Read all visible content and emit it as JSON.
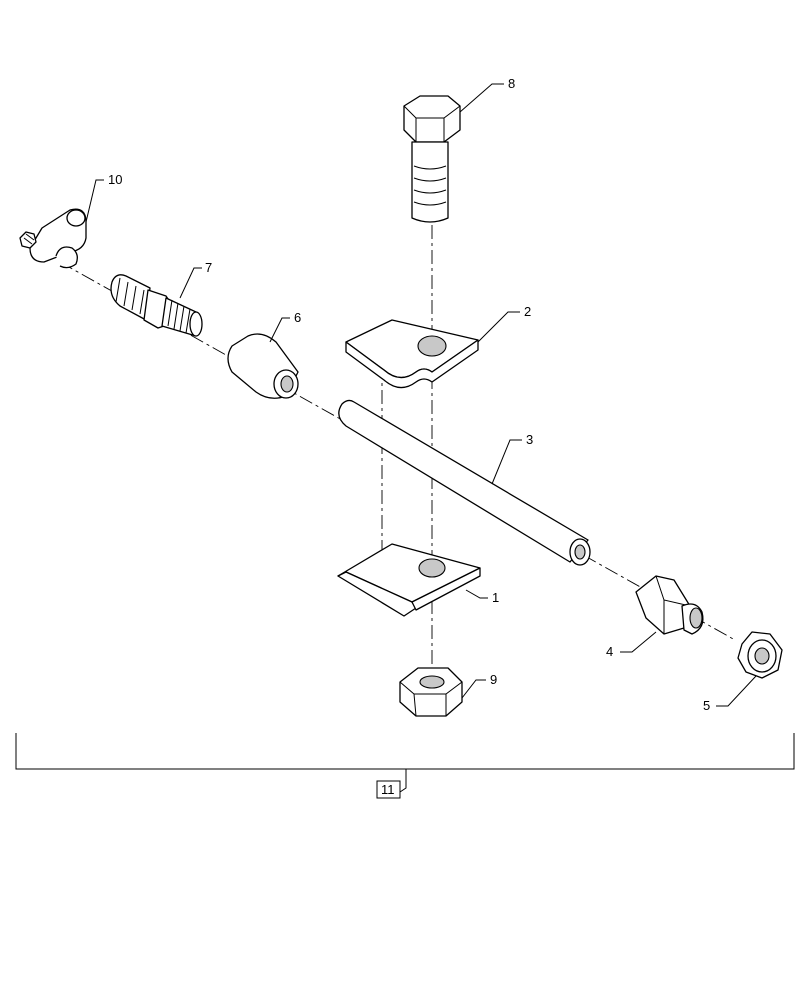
{
  "callouts": [
    {
      "id": "1",
      "label": "1"
    },
    {
      "id": "2",
      "label": "2"
    },
    {
      "id": "3",
      "label": "3"
    },
    {
      "id": "4",
      "label": "4"
    },
    {
      "id": "5",
      "label": "5"
    },
    {
      "id": "6",
      "label": "6"
    },
    {
      "id": "7",
      "label": "7"
    },
    {
      "id": "8",
      "label": "8"
    },
    {
      "id": "9",
      "label": "9"
    },
    {
      "id": "10",
      "label": "10"
    },
    {
      "id": "11",
      "label": "11"
    }
  ],
  "parts": [
    {
      "callout": "1",
      "icon": "lower-clamp-plate-icon"
    },
    {
      "callout": "2",
      "icon": "upper-clamp-plate-icon"
    },
    {
      "callout": "3",
      "icon": "tube-icon"
    },
    {
      "callout": "4",
      "icon": "fitting-adapter-icon"
    },
    {
      "callout": "5",
      "icon": "lock-nut-icon"
    },
    {
      "callout": "6",
      "icon": "sleeve-icon"
    },
    {
      "callout": "7",
      "icon": "hose-barb-fitting-icon"
    },
    {
      "callout": "8",
      "icon": "hex-bolt-icon"
    },
    {
      "callout": "9",
      "icon": "hex-nut-icon"
    },
    {
      "callout": "10",
      "icon": "hose-clamp-icon"
    },
    {
      "callout": "11",
      "icon": "assembly-bracket-icon"
    }
  ]
}
